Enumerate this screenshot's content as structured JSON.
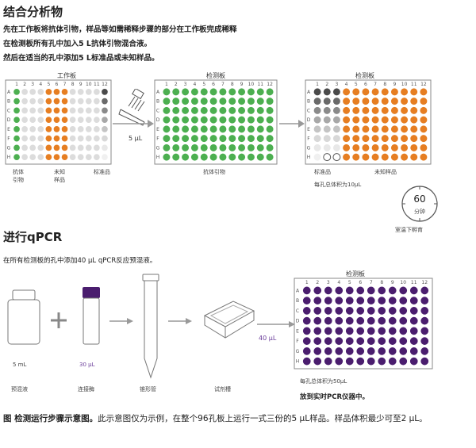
{
  "section1": {
    "title": "结合分析物",
    "steps": [
      "先在工作板将抗体引物，样品等如需稀释步骤的部分在工作板完成稀释",
      "在检测板所有孔中加入5 L抗体引物混合液。",
      "然后在适当的孔中添加5 L标准品或未知样品。"
    ],
    "plate_working_title": "工作板",
    "plate_detect_title": "检测板",
    "plate_result_title": "检测板",
    "pipette_volume": "5 μL",
    "col_numbers": [
      "1",
      "2",
      "3",
      "4",
      "5",
      "6",
      "7",
      "8",
      "9",
      "10",
      "11",
      "12"
    ],
    "row_letters": [
      "A",
      "B",
      "C",
      "D",
      "E",
      "F",
      "G",
      "H"
    ],
    "working_labels": [
      "抗体\n引物",
      "未知\n样品",
      "标准品"
    ],
    "detect_label": "抗体引物",
    "result_labels": [
      "标准品",
      "未知样品"
    ],
    "result_volume_note": "每孔总体积为10μL",
    "timer_value": "60",
    "timer_unit": "分钟",
    "incubate_label": "室温下孵育"
  },
  "section2": {
    "title": "进行qPCR",
    "instruction": "在所有检测板的孔中添加40 μL qPCR反应预混液。",
    "bottle_volume": "5 mL",
    "bottle_label": "预混液",
    "vial_volume": "30 μL",
    "vial_label": "连接酶",
    "tube_label": "锥形管",
    "trough_label": "试剂槽",
    "transfer_volume": "40 μL",
    "plate_title": "检测板",
    "plate_volume_note": "每孔总体积为50μL",
    "next_step": "放到实时PCR仪器中。"
  },
  "caption": {
    "prefix": "图   检测运行步骤示意图。",
    "body": "此示意图仅为示例，在整个96孔板上运行一式三份的5 μL样品。样品体积最少可至2 μL。"
  },
  "colors": {
    "green": "#4caf50",
    "orange": "#e67e22",
    "light_gray": "#dcdcdc",
    "dark_gray": "#555555",
    "purple": "#4a1d6e",
    "accent_text": "#6a3d9a",
    "arrow": "#999999",
    "plate_border": "#888888"
  }
}
